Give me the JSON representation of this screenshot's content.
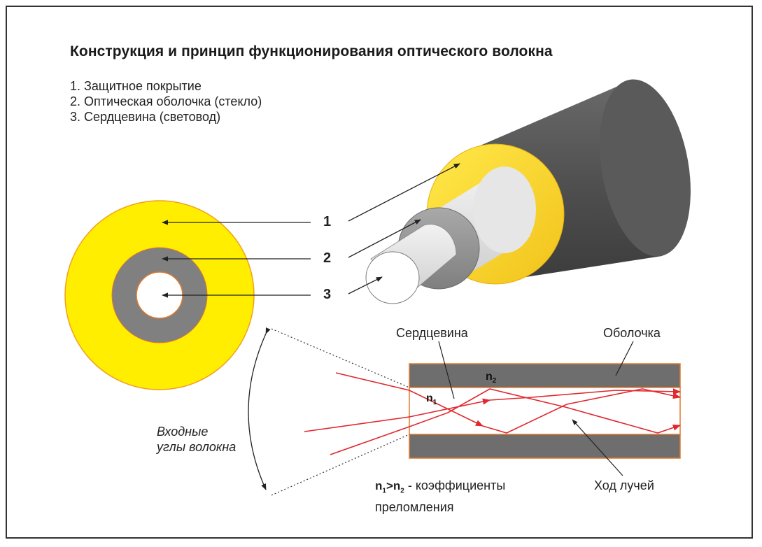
{
  "title": "Конструкция и принцип функционирования оптического волокна",
  "legend": {
    "items": [
      "1. Защитное покрытие",
      "2. Оптическая оболочка (стекло)",
      "3. Сердцевина (световод)"
    ]
  },
  "callouts": {
    "n1": "1",
    "n2": "2",
    "n3": "3"
  },
  "labels": {
    "core": "Сердцевина",
    "cladding": "Оболочка",
    "entry_angles_line1": "Входные",
    "entry_angles_line2": "углы волокна",
    "ray_path": "Ход лучей"
  },
  "refractive": {
    "n_letter": "n",
    "n1_sub": "1",
    "n2_sub": "2",
    "gt": ">",
    "formula_text": " - коэффициенты",
    "formula_line2": "преломления"
  },
  "colors": {
    "coating": "#5a5a5a",
    "cladding_yellow": "#ffe81a",
    "glass_gray": "#808080",
    "core_white": "#ffffff",
    "ray_red": "#e0282e",
    "outline_orange": "#e07a2e"
  }
}
